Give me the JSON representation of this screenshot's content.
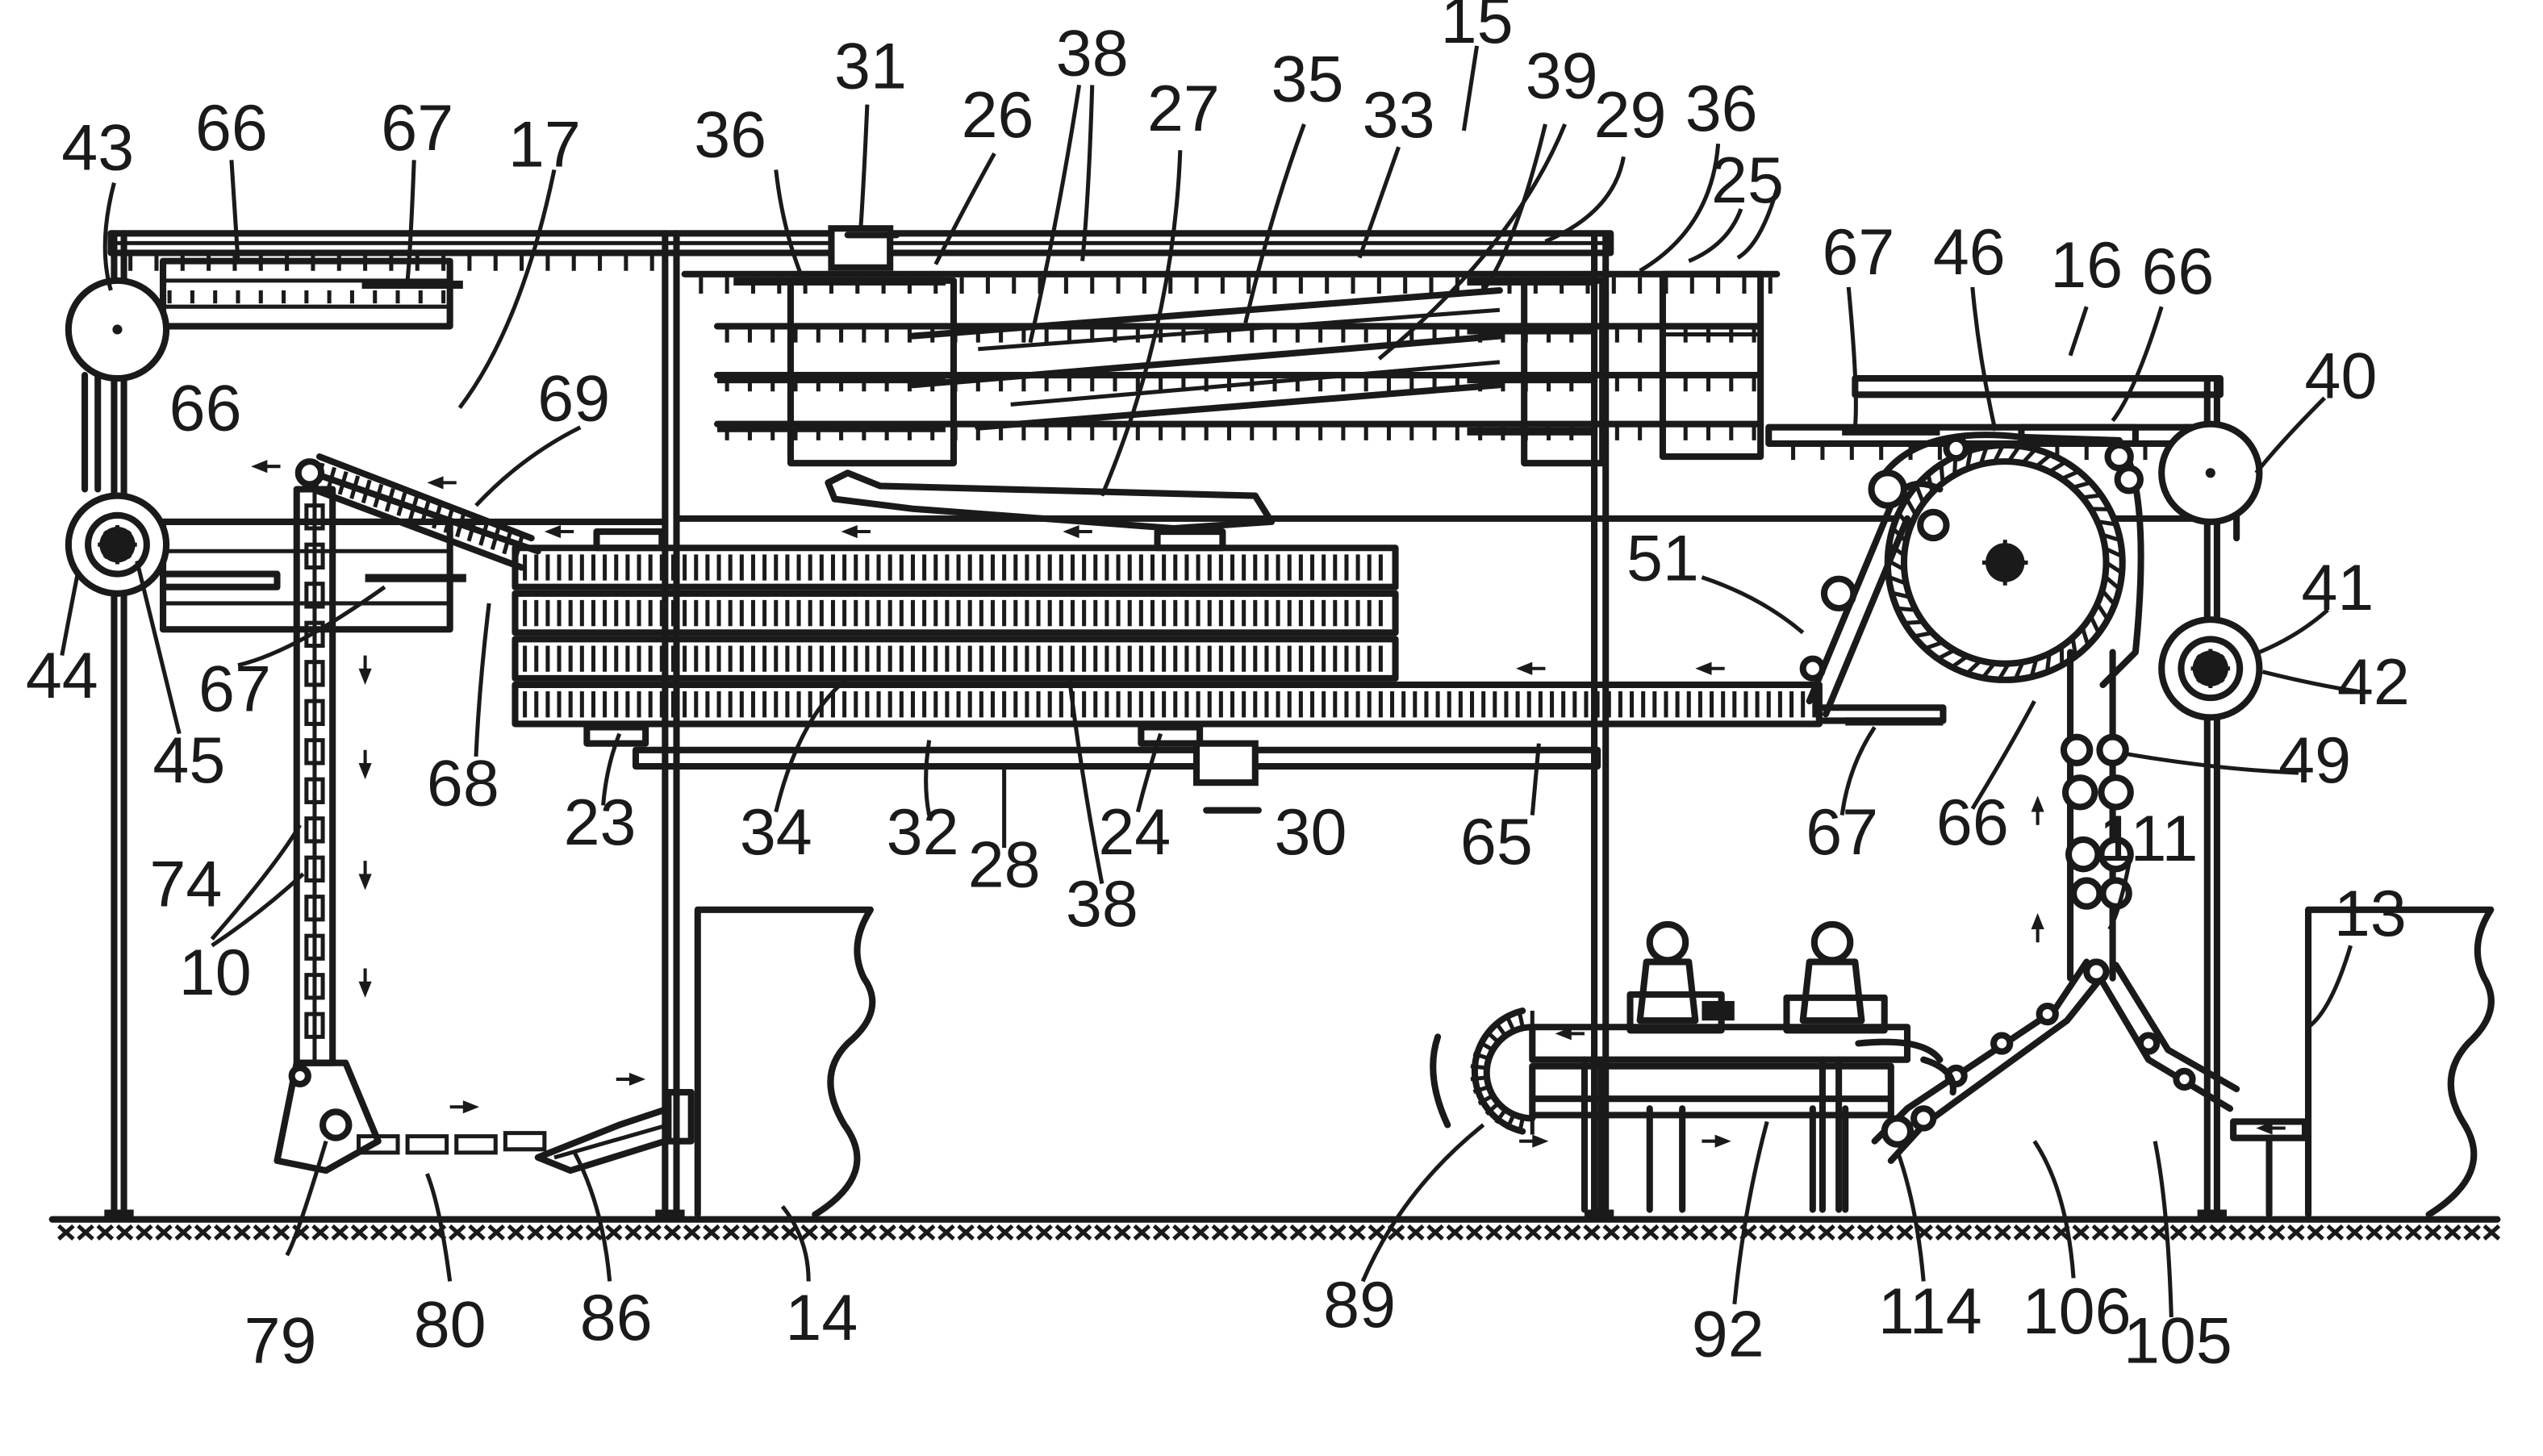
{
  "figure": {
    "labels": {
      "l10": "10",
      "l13": "13",
      "l14": "14",
      "l15": "15",
      "l16": "16",
      "l17": "17",
      "l23": "23",
      "l24": "24",
      "l25": "25",
      "l26": "26",
      "l27": "27",
      "l28": "28",
      "l29": "29",
      "l30": "30",
      "l31": "31",
      "l32": "32",
      "l33": "33",
      "l34": "34",
      "l35": "35",
      "l36a": "36",
      "l36b": "36",
      "l38a": "38",
      "l38b": "38",
      "l39": "39",
      "l40": "40",
      "l41": "41",
      "l42": "42",
      "l43": "43",
      "l44": "44",
      "l45": "45",
      "l46": "46",
      "l49": "49",
      "l51": "51",
      "l65": "65",
      "l66a": "66",
      "l66b": "66",
      "l66c": "66",
      "l66d": "66",
      "l67a": "67",
      "l67b": "67",
      "l67c": "67",
      "l67d": "67",
      "l68": "68",
      "l69": "69",
      "l74": "74",
      "l79": "79",
      "l80": "80",
      "l86": "86",
      "l89": "89",
      "l92": "92",
      "l105": "105",
      "l106": "106",
      "l111": "111",
      "l114": "114"
    }
  }
}
